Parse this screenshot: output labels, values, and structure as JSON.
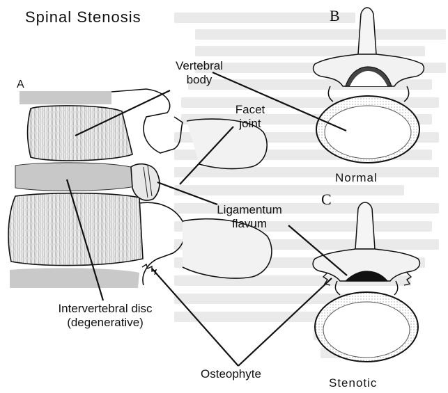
{
  "title": "Spinal Stenosis",
  "panels": {
    "a": "A",
    "b": "B",
    "c": "C"
  },
  "labels": {
    "vertebral_body": "Vertebral body",
    "facet_joint": "Facet joint",
    "ligamentum_flavum": "Ligamentum flavum",
    "intervertebral_disc": "Intervertebral disc (degenerative)",
    "osteophyte": "Osteophyte",
    "normal": "Normal",
    "stenotic": "Stenotic"
  },
  "colors": {
    "bone_fill": "#e6e6e6",
    "disc_fill": "#c8c8c8",
    "line": "#111111",
    "faint_text": "#d8d8d8"
  }
}
